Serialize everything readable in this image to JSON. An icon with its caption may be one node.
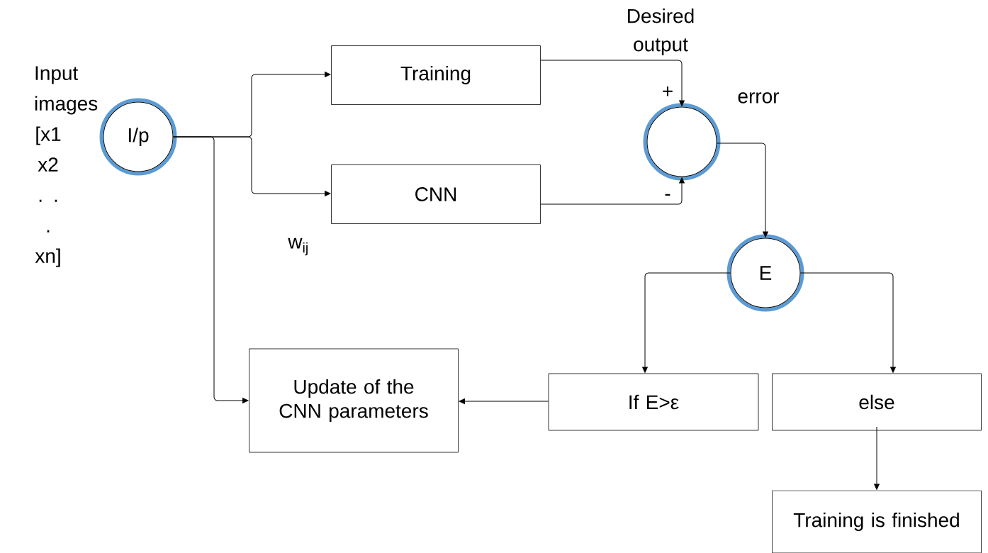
{
  "diagram": {
    "nodes": [
      {
        "text": [
          "I/p"
        ]
      },
      {
        "text": [
          "Training"
        ]
      },
      {
        "text": [
          "CNN"
        ]
      },
      {
        "text": [],
        "shape": "circle"
      },
      {
        "text": [
          "E"
        ]
      },
      {
        "text": [
          "Update of the CNN parameters"
        ]
      },
      {
        "text": [
          "If E>ε"
        ]
      },
      {
        "text": [
          "else"
        ]
      },
      {
        "text": [
          "Training is finished"
        ]
      }
    ],
    "edges": [
      {
        "from": 0,
        "to": 1,
        "arrow": "to"
      },
      {
        "from": 0,
        "to": 2,
        "arrow": "to"
      },
      {
        "from": 0,
        "to": 5,
        "arrow": "to"
      },
      {
        "from": 1,
        "to": 3,
        "arrow": "to",
        "label": "+"
      },
      {
        "from": 2,
        "to": 3,
        "arrow": "to",
        "label": "-"
      },
      {
        "from": 3,
        "to": 4,
        "arrow": "to"
      },
      {
        "from": 4,
        "to": 6,
        "arrow": "to"
      },
      {
        "from": 4,
        "to": 7,
        "arrow": "to"
      },
      {
        "from": 6,
        "to": 5,
        "arrow": "to"
      },
      {
        "from": 7,
        "to": 8,
        "arrow": "to"
      }
    ],
    "labels": [
      "Input images [x1 x2 . . . xn]",
      "Desired output",
      "error",
      "w$_{ij}$"
    ]
  }
}
